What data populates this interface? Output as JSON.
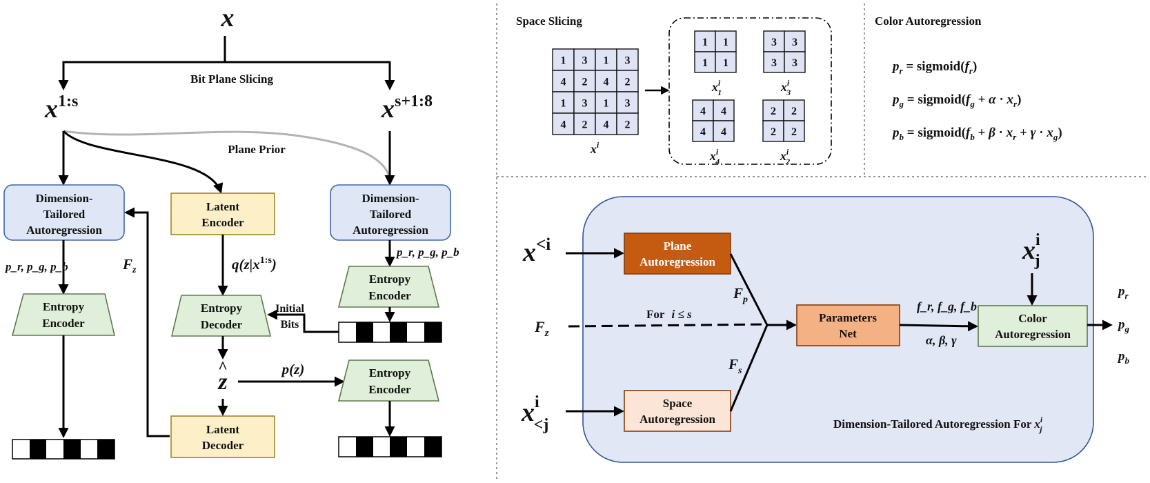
{
  "left": {
    "x_label": "x",
    "x_low": {
      "base": "x",
      "sup": "1:s"
    },
    "x_high": {
      "base": "x",
      "sup": "s+1:8"
    },
    "bit_plane_slicing": "Bit Plane Slicing",
    "plane_prior": "Plane Prior",
    "dta_left": [
      "Dimension-",
      "Tailored",
      "Autoregression"
    ],
    "dta_right": [
      "Dimension-",
      "Tailored",
      "Autoregression"
    ],
    "latent_encoder": [
      "Latent",
      "Encoder"
    ],
    "latent_decoder": [
      "Latent",
      "Decoder"
    ],
    "entropy_encoder_left": [
      "Entropy",
      "Encoder"
    ],
    "entropy_decoder": [
      "Entropy",
      "Decoder"
    ],
    "entropy_encoder_right_top": [
      "Entropy",
      "Encoder"
    ],
    "entropy_encoder_right_bottom": [
      "Entropy",
      "Encoder"
    ],
    "probs_left": "p_r, p_g, p_b",
    "probs_right": "p_r, p_g, p_b",
    "fz": "F",
    "fz_sub": "z",
    "q_label": "q(z|x",
    "q_sup": "1:s",
    "q_close": ")",
    "z_hat": "z",
    "pz": "p(z)",
    "initial_bits": [
      "Initial",
      "Bits"
    ]
  },
  "space_slicing": {
    "title": "Space Slicing",
    "grid": [
      [
        "1",
        "3",
        "1",
        "3"
      ],
      [
        "4",
        "2",
        "4",
        "2"
      ],
      [
        "1",
        "3",
        "1",
        "3"
      ],
      [
        "4",
        "2",
        "4",
        "2"
      ]
    ],
    "grid_label": "x",
    "grid_label_sup": "i",
    "slices": [
      {
        "value": "1",
        "label_sub": "1"
      },
      {
        "value": "3",
        "label_sub": "3"
      },
      {
        "value": "4",
        "label_sub": "4"
      },
      {
        "value": "2",
        "label_sub": "2"
      }
    ],
    "slice_label_base": "x",
    "slice_label_sup": "i"
  },
  "color_autoregression": {
    "title": "Color Autoregression",
    "eq_r": "sigmoid",
    "eq_g": "sigmoid",
    "eq_b": "sigmoid"
  },
  "detail": {
    "x_lt_i": {
      "base": "x",
      "sup": "<i"
    },
    "fz": "F",
    "fz_sub": "z",
    "x_lt_j": {
      "base": "x",
      "sup": "i",
      "sub": "<j"
    },
    "x_j": {
      "base": "x",
      "sup": "i",
      "sub": "j"
    },
    "plane_ar": [
      "Plane",
      "Autoregression"
    ],
    "space_ar": [
      "Space",
      "Autoregression"
    ],
    "params_net": [
      "Parameters",
      "Net"
    ],
    "color_ar": [
      "Color",
      "Autoregression"
    ],
    "for_text": "For",
    "for_cond": "i ≤ s",
    "fp": "F",
    "fp_sub": "p",
    "fs": "F",
    "fs_sub": "s",
    "f_out": "f_r, f_g, f_b",
    "greek_out": "α, β, γ",
    "out_r": "p",
    "out_r_sub": "r",
    "out_g": "p",
    "out_g_sub": "g",
    "out_b": "p",
    "out_b_sub": "b",
    "caption": "Dimension-Tailored Autoregression For ",
    "caption_var": "x",
    "caption_sup": "i",
    "caption_sub": "j"
  },
  "colors": {
    "blue_fill": "#dfe6f5",
    "yellow_fill": "#fdf0c9",
    "green_fill": "#e0efd9",
    "plane_ar_fill": "#c55a11",
    "params_fill": "#f4b183",
    "space_ar_fill": "#fbe5d6",
    "panel_fill": "#e1e7f5"
  }
}
